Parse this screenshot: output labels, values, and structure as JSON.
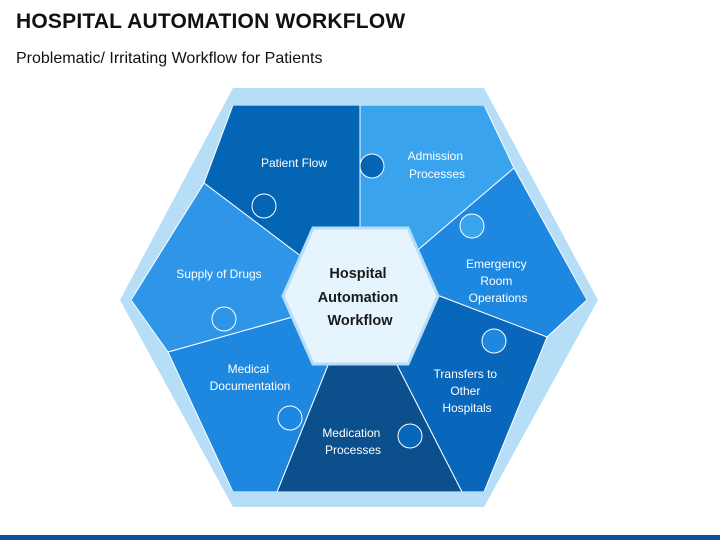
{
  "header": {
    "title": "HOSPITAL AUTOMATION WORKFLOW",
    "subtitle": "Problematic/ Irritating Workflow for Patients"
  },
  "diagram": {
    "center": [
      "Hospital",
      "Automation",
      "Workflow"
    ],
    "segments": [
      {
        "lines": [
          "Patient Flow"
        ],
        "color": "#0565b5"
      },
      {
        "lines": [
          "Admission",
          "Processes"
        ],
        "color": "#3aa3ee"
      },
      {
        "lines": [
          "Emergency",
          "Room",
          "Operations"
        ],
        "color": "#1e87e0"
      },
      {
        "lines": [
          "Transfers to",
          "Other",
          "Hospitals"
        ],
        "color": "#0867ba"
      },
      {
        "lines": [
          "Medication",
          "Processes"
        ],
        "color": "#0b4f8d"
      },
      {
        "lines": [
          "Medical",
          "Documentation"
        ],
        "color": "#1e87e0"
      },
      {
        "lines": [
          "Supply of Drugs"
        ],
        "color": "#2e95e8"
      }
    ]
  },
  "colors": {
    "outer_border": "#b6def7",
    "center_fill": "#e6f4fe",
    "center_stroke": "#b6def7",
    "bottom_bar": "#0f4f9a"
  }
}
